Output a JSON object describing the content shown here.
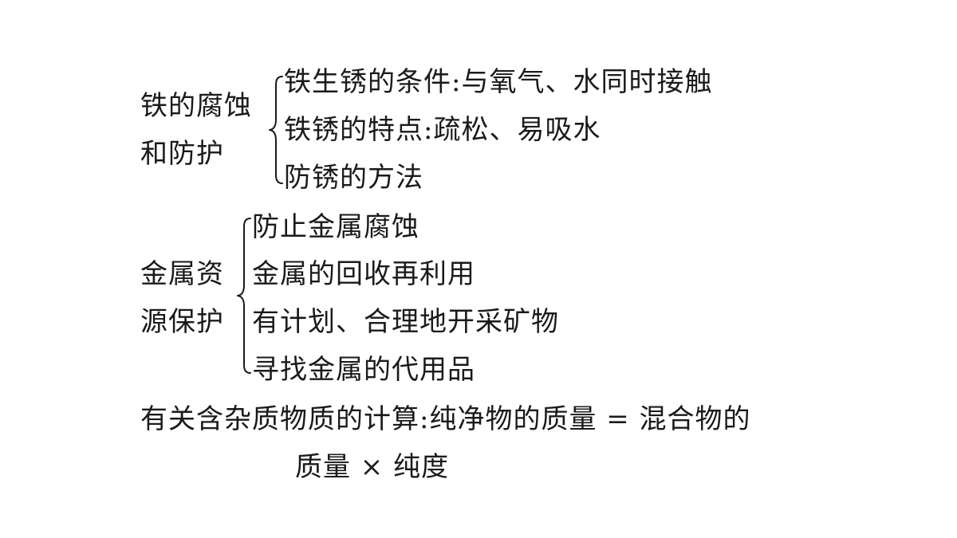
{
  "section1": {
    "label_line1": "铁的腐蚀",
    "label_line2": "和防护",
    "items": [
      "铁生锈的条件:与氧气、水同时接触",
      "铁锈的特点:疏松、易吸水",
      "防锈的方法"
    ]
  },
  "section2": {
    "label_line1": "金属资",
    "label_line2": "源保护",
    "items": [
      "防止金属腐蚀",
      "金属的回收再利用",
      "有计划、合理地开采矿物",
      "寻找金属的代用品"
    ]
  },
  "section3": {
    "line1": "有关含杂质物质的计算:纯净物的质量 = 混合物的",
    "line2": "质量 × 纯度"
  }
}
